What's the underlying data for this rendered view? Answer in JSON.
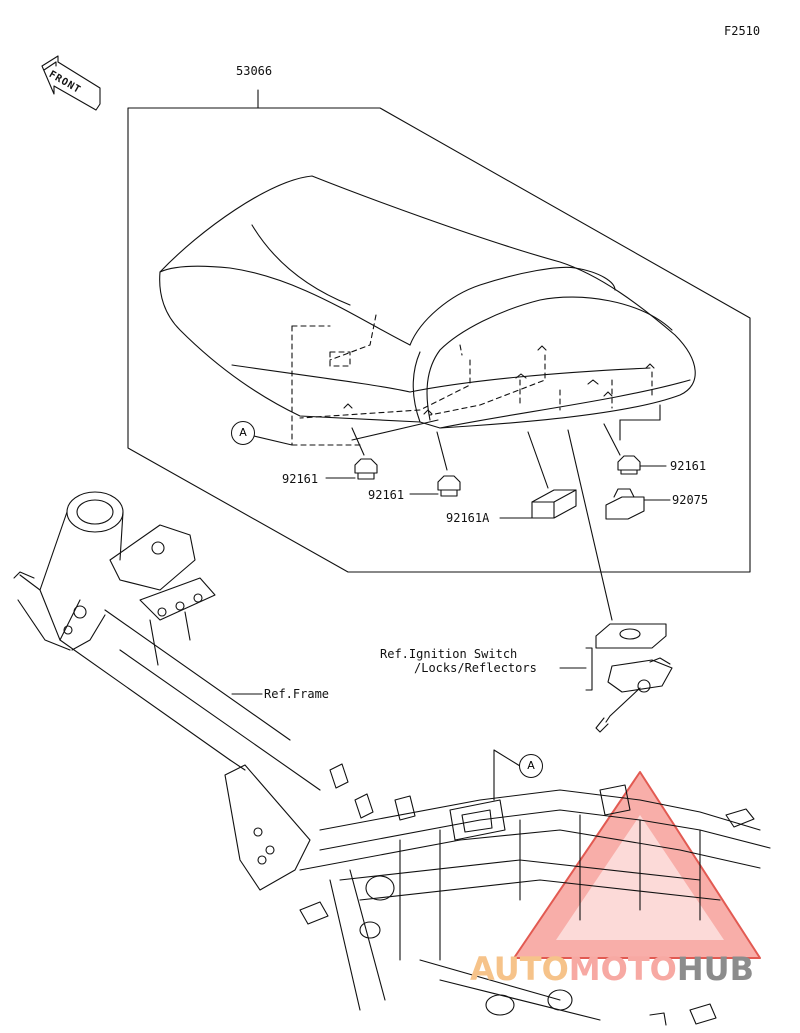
{
  "figure_code": "F2510",
  "front_label": "FRONT",
  "parts": {
    "seat_assembly": "53066",
    "stopper_left_a": "92161",
    "stopper_left_b": "92161",
    "stopper_right": "92161",
    "damper": "92161A",
    "bracket_rubber": "92075"
  },
  "references": {
    "ignition_line1": "Ref.Ignition Switch",
    "ignition_line2": "/Locks/Reflectors",
    "frame": "Ref.Frame"
  },
  "callouts": {
    "upper": "A",
    "lower": "A"
  },
  "watermark": {
    "part1": "AUTO",
    "part2": "MOTO",
    "part3": "HUB",
    "color_orange": "#f6c38a",
    "color_red": "#f26b63",
    "color_gray": "#8c8c8c"
  }
}
